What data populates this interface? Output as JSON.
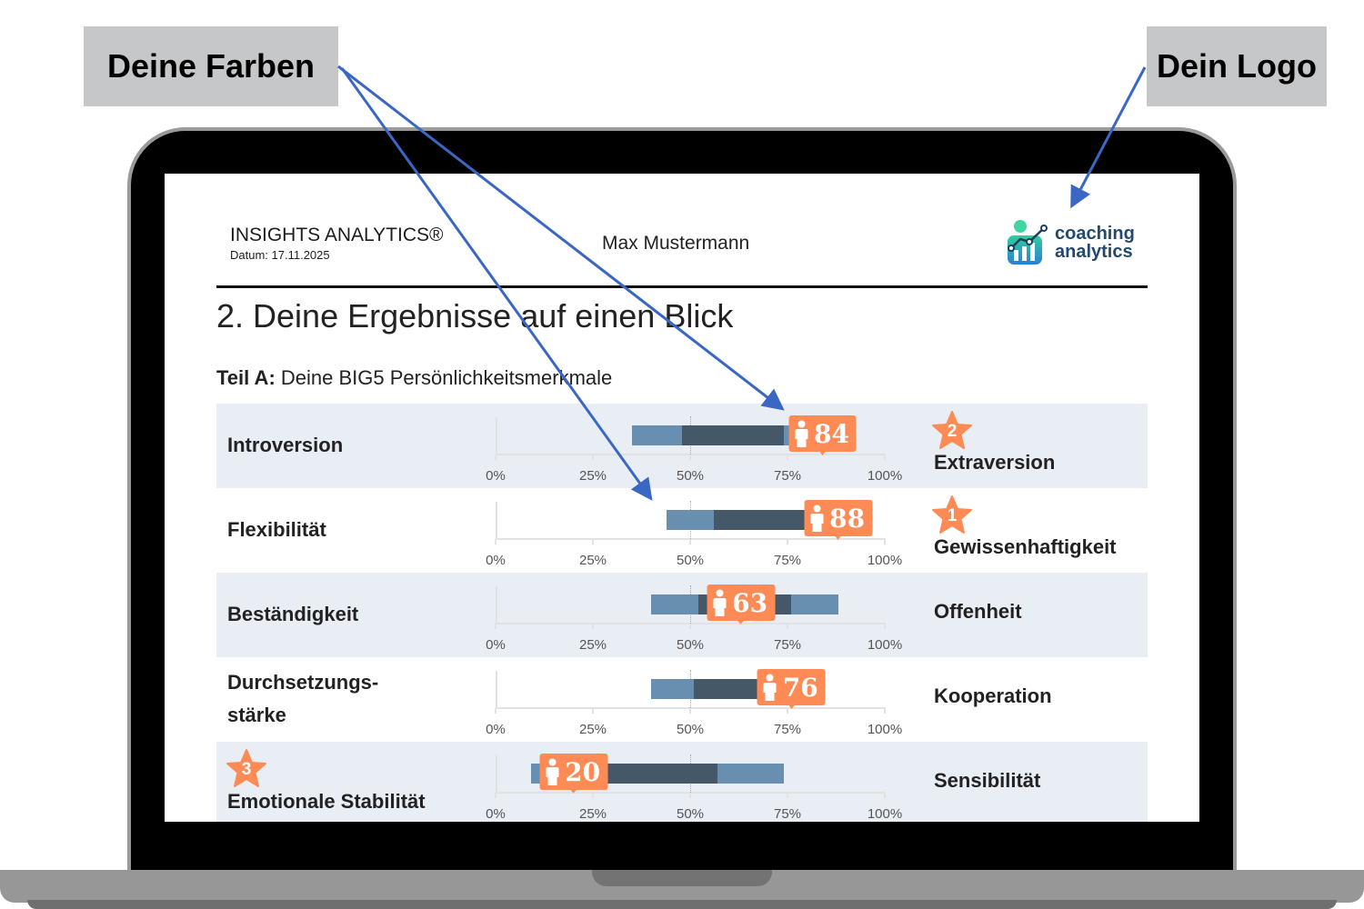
{
  "callouts": {
    "colors": "Deine Farben",
    "logo": "Dein Logo"
  },
  "report": {
    "brand": "INSIGHTS ANALYTICS®",
    "date": "Datum: 17.11.2025",
    "person": "Max Mustermann",
    "logo_text_1": "coaching",
    "logo_text_2": "analytics",
    "title": "2. Deine Ergebnisse auf einen Blick",
    "subtitle_bold": "Teil A:",
    "subtitle_rest": " Deine BIG5 Persönlichkeitsmerkmale"
  },
  "colors": {
    "accent": "#fe8b55",
    "bar_light": "#688faf",
    "bar_dark": "#455868",
    "row_shade": "#e9edf4",
    "arrow": "#3a67c4"
  },
  "axis_ticks": [
    "0%",
    "25%",
    "50%",
    "75%",
    "100%"
  ],
  "chart_data": {
    "type": "bar",
    "title": "Teil A: Deine BIG5 Persönlichkeitsmerkmale",
    "xlabel": "",
    "ylabel": "",
    "xlim": [
      0,
      100
    ],
    "tick_labels": [
      "0%",
      "25%",
      "50%",
      "75%",
      "100%"
    ],
    "rows": [
      {
        "left": "Introversion",
        "right": "Extraversion",
        "value": 84,
        "range_light": [
          35,
          80
        ],
        "range_dark": [
          48,
          74
        ],
        "rank": 2,
        "rank_side": "right"
      },
      {
        "left": "Flexibilität",
        "right": "Gewissenhaftigkeit",
        "value": 88,
        "range_light": [
          44,
          82
        ],
        "range_dark": [
          56,
          82
        ],
        "rank": 1,
        "rank_side": "right"
      },
      {
        "left": "Beständigkeit",
        "right": "Offenheit",
        "value": 63,
        "range_light": [
          40,
          88
        ],
        "range_dark": [
          52,
          76
        ],
        "rank": null,
        "rank_side": null
      },
      {
        "left": "Durchsetzungs-\nstärke",
        "right": "Kooperation",
        "value": 76,
        "range_light": [
          40,
          70
        ],
        "range_dark": [
          51,
          70
        ],
        "rank": null,
        "rank_side": null
      },
      {
        "left": "Emotionale Stabilität",
        "right": "Sensibilität",
        "value": 20,
        "range_light": [
          9,
          74
        ],
        "range_dark": [
          14,
          57
        ],
        "rank": 3,
        "rank_side": "left"
      }
    ]
  }
}
